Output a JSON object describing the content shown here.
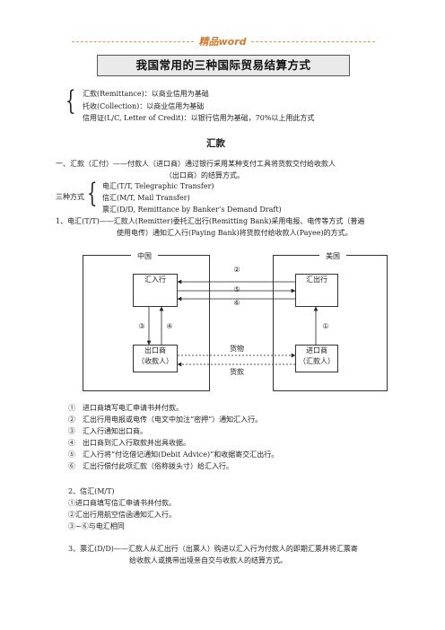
{
  "header": {
    "watermark": "精品word"
  },
  "title": "我国常用的三种国际贸易结算方式",
  "intro": {
    "items": [
      "汇款(Remittance)：以商业信用为基础",
      "托收(Collection)：以商业信用为基础",
      "信用证(L/C, Letter of Credit)：以银行信用为基础，70%以上用此方式"
    ]
  },
  "remittance": {
    "heading": "汇款",
    "def_line1": "一、汇款（汇付）——付款人（进口商）通过银行采用某种支付工具将货款交付给收款人",
    "def_line2": "（出口商）的结算方式。",
    "three_label": "三种方式",
    "methods": [
      "电汇(T/T, Telegraphic Transfer)",
      "信汇(M/T, Mail Transfer)",
      "票汇(D/D, Remittance by Banker’s Demand Draft)"
    ],
    "tt_line1": "1、电汇(T/T)——汇款人(Remitter)委托汇出行(Remitting Bank)采用电报、电传等方式（普遍",
    "tt_line2": "使用电传）通知汇入行(Paying Bank)将货款付给收款人(Payee)的方式。"
  },
  "diagram": {
    "china": "中国",
    "usa": "美国",
    "paying_bank": "汇入行",
    "remitting_bank": "汇出行",
    "exporter_line1": "出口商",
    "exporter_line2": "（收款人）",
    "importer_line1": "进口商",
    "importer_line2": "（汇款人）",
    "goods": "货物",
    "payment": "货款",
    "n1": "①",
    "n2": "②",
    "n3": "③",
    "n4": "④",
    "n5": "⑤",
    "n6": "⑥"
  },
  "tt_steps": [
    "①　进口商填写电汇申请书并付款。",
    "②　汇出行用电报或电传（电文中加注“密押”）通知汇入行。",
    "③　汇入行通知出口商。",
    "④　出口商到汇入行取款并出具收据。",
    "⑤　汇入行将“付讫借记通知(Debit Advice)”和收据寄交汇出行。",
    "⑥　汇出行偿付此项汇款（俗称拨头寸）给汇入行。"
  ],
  "mt": {
    "heading": "2、信汇(M/T)",
    "steps": [
      "①进口商填写信汇申请书并付款。",
      "②汇出行用航空信函通知汇入行。",
      "③~⑥与电汇相同"
    ]
  },
  "dd": {
    "line1": "3、票汇(D/D)——汇款人从汇出行（出票人）购进以汇入行为付款人的即期汇票并将汇票寄",
    "line2": "给收款人或携带出境亲自交与收款人的结算方式。"
  }
}
